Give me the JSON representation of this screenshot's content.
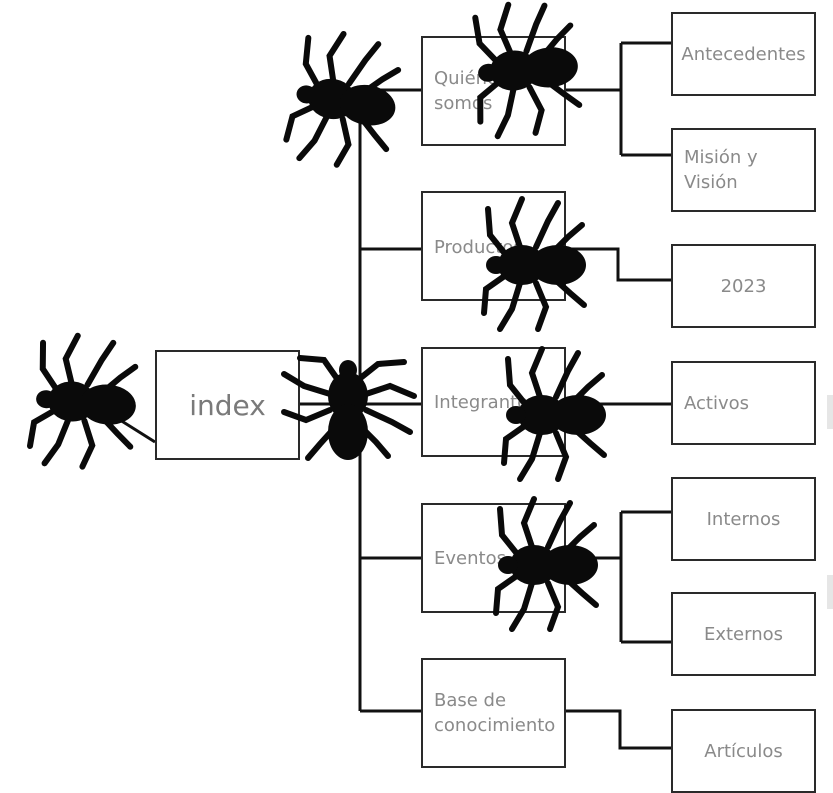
{
  "diagram": {
    "root": "index",
    "sections": [
      {
        "key": "quienes",
        "line1": "Quiénes",
        "line2": "somos",
        "children": [
          "Antecedentes",
          "Misión y Visión"
        ]
      },
      {
        "key": "productos",
        "label": "Productos",
        "children": [
          "2023"
        ]
      },
      {
        "key": "integrantes",
        "label": "Integrantes",
        "children": [
          "Activos"
        ]
      },
      {
        "key": "eventos",
        "label": "Eventos",
        "children": [
          "Internos",
          "Externos"
        ]
      },
      {
        "key": "base",
        "line1": "Base de",
        "line2": "conocimiento",
        "children": [
          "Artículos"
        ]
      }
    ],
    "leaves": {
      "antecedentes": "Antecedentes",
      "mision_line1": "Misión y",
      "mision_line2": "Visión",
      "y2023": "2023",
      "activos": "Activos",
      "internos": "Internos",
      "externos": "Externos",
      "articulos": "Artículos"
    }
  },
  "colors": {
    "line": "#111111",
    "box_border": "#2a2a2a",
    "text": "#8a8a8a",
    "spider": "#0a0a0a"
  },
  "icons": [
    "spider-icon"
  ]
}
